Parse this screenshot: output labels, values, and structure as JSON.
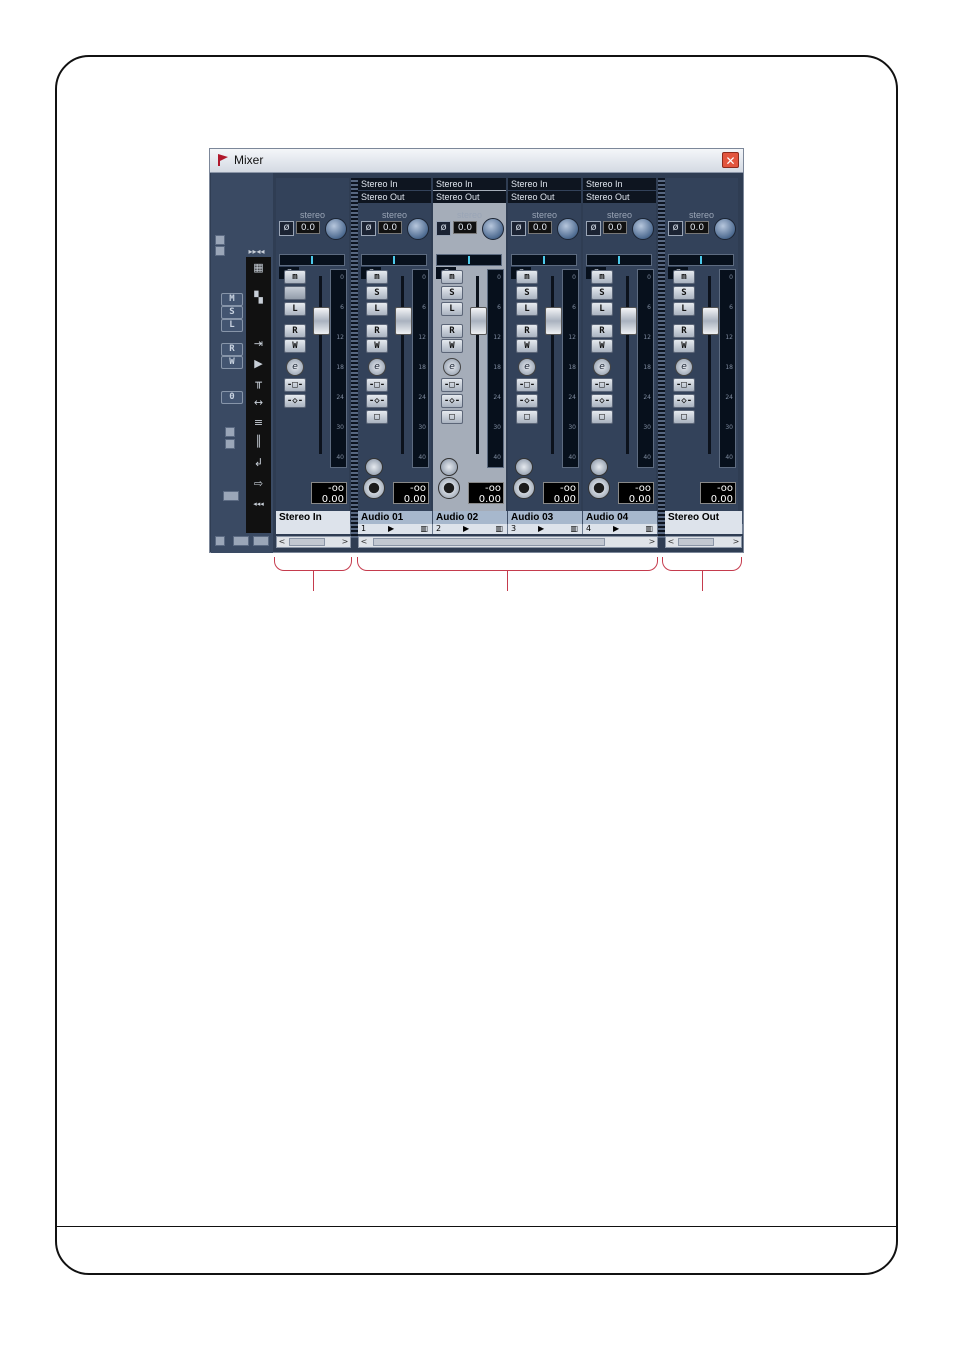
{
  "window": {
    "title": "Mixer",
    "close_label": "✕"
  },
  "left_panel": {
    "buttons": [
      "M",
      "S",
      "L",
      "R",
      "W",
      "0"
    ],
    "tool_icons": [
      "channel-view-icon",
      "wide-narrow-icon",
      "input-icon",
      "play-icon",
      "insert-icon",
      "arrows-icon",
      "eq-icon",
      "midi-icon",
      "return-icon",
      "export-icon",
      "more-icon"
    ]
  },
  "strips": [
    {
      "id": "stereo-in",
      "name": "Stereo In",
      "number": "",
      "routing_in": "",
      "routing_out": "",
      "format": "stereo",
      "gain": "0.0",
      "pan": "C",
      "peak": "-oo",
      "level": "0.00",
      "buttons": [
        "m",
        "",
        "L",
        "R",
        "W"
      ]
    },
    {
      "id": "audio-01",
      "name": "Audio 01",
      "number": "1",
      "routing_in": "Stereo In",
      "routing_out": "Stereo Out",
      "format": "stereo",
      "gain": "0.0",
      "pan": "C",
      "peak": "-oo",
      "level": "0.00",
      "buttons": [
        "m",
        "S",
        "L",
        "R",
        "W"
      ]
    },
    {
      "id": "audio-02",
      "name": "Audio 02",
      "number": "2",
      "routing_in": "Stereo In",
      "routing_out": "Stereo Out",
      "format": "stereo",
      "gain": "0.0",
      "pan": "C",
      "peak": "-oo",
      "level": "0.00",
      "buttons": [
        "m",
        "S",
        "L",
        "R",
        "W"
      ]
    },
    {
      "id": "audio-03",
      "name": "Audio 03",
      "number": "3",
      "routing_in": "Stereo In",
      "routing_out": "Stereo Out",
      "format": "stereo",
      "gain": "0.0",
      "pan": "C",
      "peak": "-oo",
      "level": "0.00",
      "buttons": [
        "m",
        "S",
        "L",
        "R",
        "W"
      ]
    },
    {
      "id": "audio-04",
      "name": "Audio 04",
      "number": "4",
      "routing_in": "Stereo In",
      "routing_out": "Stereo Out",
      "format": "stereo",
      "gain": "0.0",
      "pan": "C",
      "peak": "-oo",
      "level": "0.00",
      "buttons": [
        "m",
        "S",
        "L",
        "R",
        "W"
      ]
    },
    {
      "id": "stereo-out",
      "name": "Stereo Out",
      "number": "",
      "routing_in": "",
      "routing_out": "",
      "format": "stereo",
      "gain": "0.0",
      "pan": "C",
      "peak": "-oo",
      "level": "0.00",
      "buttons": [
        "m",
        "S",
        "L",
        "R",
        "W"
      ]
    }
  ],
  "meter_scale": [
    "0",
    "6",
    "12",
    "18",
    "24",
    "30",
    "40"
  ],
  "scroll": {
    "left": "<",
    "right": ">"
  }
}
